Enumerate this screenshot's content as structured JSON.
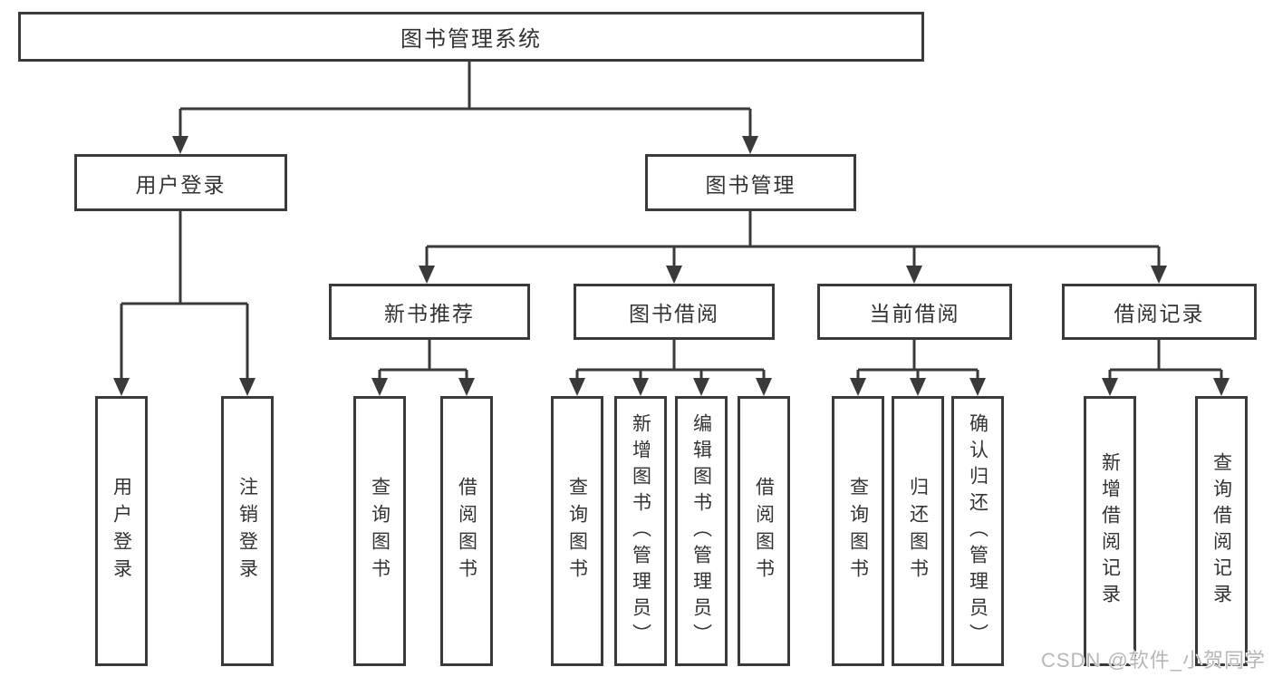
{
  "title": {
    "label": "图书管理系统"
  },
  "tree": {
    "login": {
      "label": "用户登录",
      "leaves": [
        {
          "label": "用户登录"
        },
        {
          "label": "注销登录"
        }
      ]
    },
    "mgmt": {
      "label": "图书管理",
      "sections": [
        {
          "label": "新书推荐",
          "leaves": [
            {
              "label": "查询图书"
            },
            {
              "label": "借阅图书"
            }
          ]
        },
        {
          "label": "图书借阅",
          "leaves": [
            {
              "label": "查询图书"
            },
            {
              "label": "新增图书（管理员）"
            },
            {
              "label": "编辑图书（管理员）"
            },
            {
              "label": "借阅图书"
            }
          ]
        },
        {
          "label": "当前借阅",
          "leaves": [
            {
              "label": "查询图书"
            },
            {
              "label": "归还图书"
            },
            {
              "label": "确认归还（管理员）"
            }
          ]
        },
        {
          "label": "借阅记录",
          "leaves": [
            {
              "label": "新增借阅记录"
            },
            {
              "label": "查询借阅记录"
            }
          ]
        }
      ]
    }
  },
  "watermark": {
    "text": "CSDN @软件_小贺同学"
  },
  "colors": {
    "line": "#3a3a3a",
    "text": "#333333",
    "watermark": "#b7b7b7",
    "background": "#ffffff"
  }
}
